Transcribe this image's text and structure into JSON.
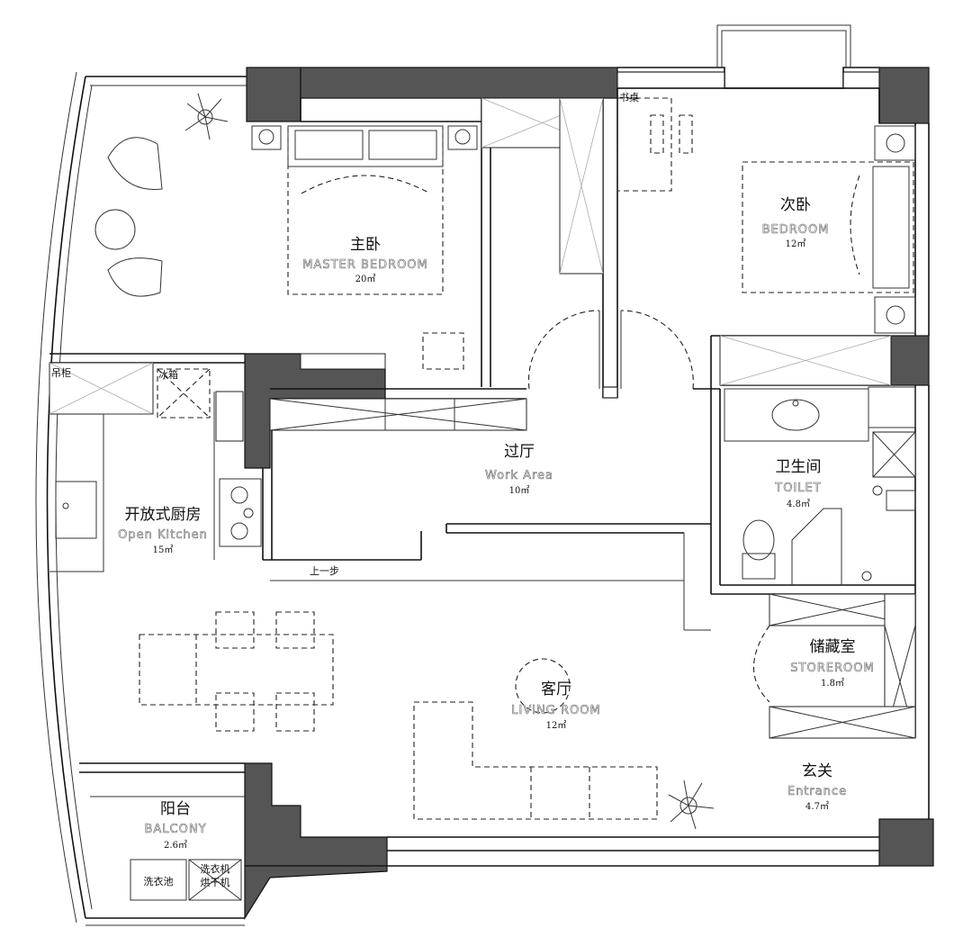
{
  "rooms": {
    "master_bedroom": {
      "cn": "主卧",
      "en": "MASTER BEDROOM",
      "area": "20㎡"
    },
    "bedroom": {
      "cn": "次卧",
      "en": "BEDROOM",
      "area": "12㎡"
    },
    "work_area": {
      "cn": "过厅",
      "en": "Work Area",
      "area": "10㎡"
    },
    "toilet": {
      "cn": "卫生间",
      "en": "TOILET",
      "area": "4.8㎡"
    },
    "open_kitchen": {
      "cn": "开放式厨房",
      "en": "Open Kitchen",
      "area": "15㎡"
    },
    "storeroom": {
      "cn": "储藏室",
      "en": "STOREROOM",
      "area": "1.8㎡"
    },
    "living_room": {
      "cn": "客厅",
      "en": "LIVING ROOM",
      "area": "12㎡"
    },
    "entrance": {
      "cn": "玄关",
      "en": "Entrance",
      "area": "4.7㎡"
    },
    "balcony": {
      "cn": "阳台",
      "en": "BALCONY",
      "area": "2.6㎡"
    }
  },
  "notes": {
    "desk": "书桌",
    "wall_cabinet": "吊柜",
    "fridge": "冰箱",
    "step_up": "上一步",
    "laundry_sink": "洗衣池",
    "washer": "洗衣机",
    "dryer": "烘干机"
  },
  "icons": [
    "plant-icon",
    "armchair-icon",
    "round-table-icon",
    "bed-icon",
    "sink-icon",
    "toilet-icon",
    "stove-icon",
    "chair-icon",
    "door-swing-icon"
  ],
  "colors": {
    "wall": "#555555",
    "line": "#111111",
    "background": "#ffffff"
  }
}
